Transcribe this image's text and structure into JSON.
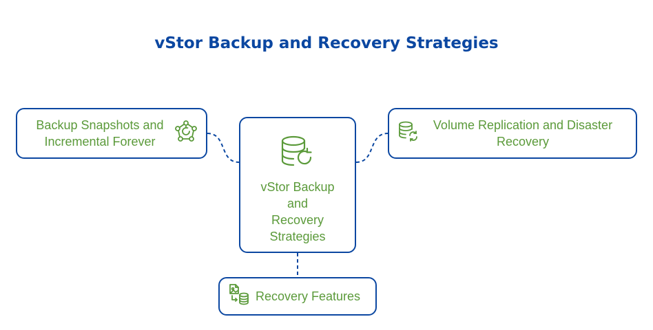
{
  "title": "vStor Backup and Recovery Strategies",
  "colors": {
    "title": "#0b47a1",
    "border": "#0b47a1",
    "text": "#5b9a3a",
    "icon": "#5b9a3a"
  },
  "center": {
    "label": "vStor Backup and Recovery Strategies",
    "icon": "database-sync-icon"
  },
  "nodes": {
    "left": {
      "label": "Backup Snapshots and Incremental Forever",
      "icon": "network-refresh-icon"
    },
    "right": {
      "label": "Volume Replication and Disaster Recovery",
      "icon": "database-sync-icon"
    },
    "bottom": {
      "label": "Recovery Features",
      "icon": "file-to-database-icon"
    }
  }
}
